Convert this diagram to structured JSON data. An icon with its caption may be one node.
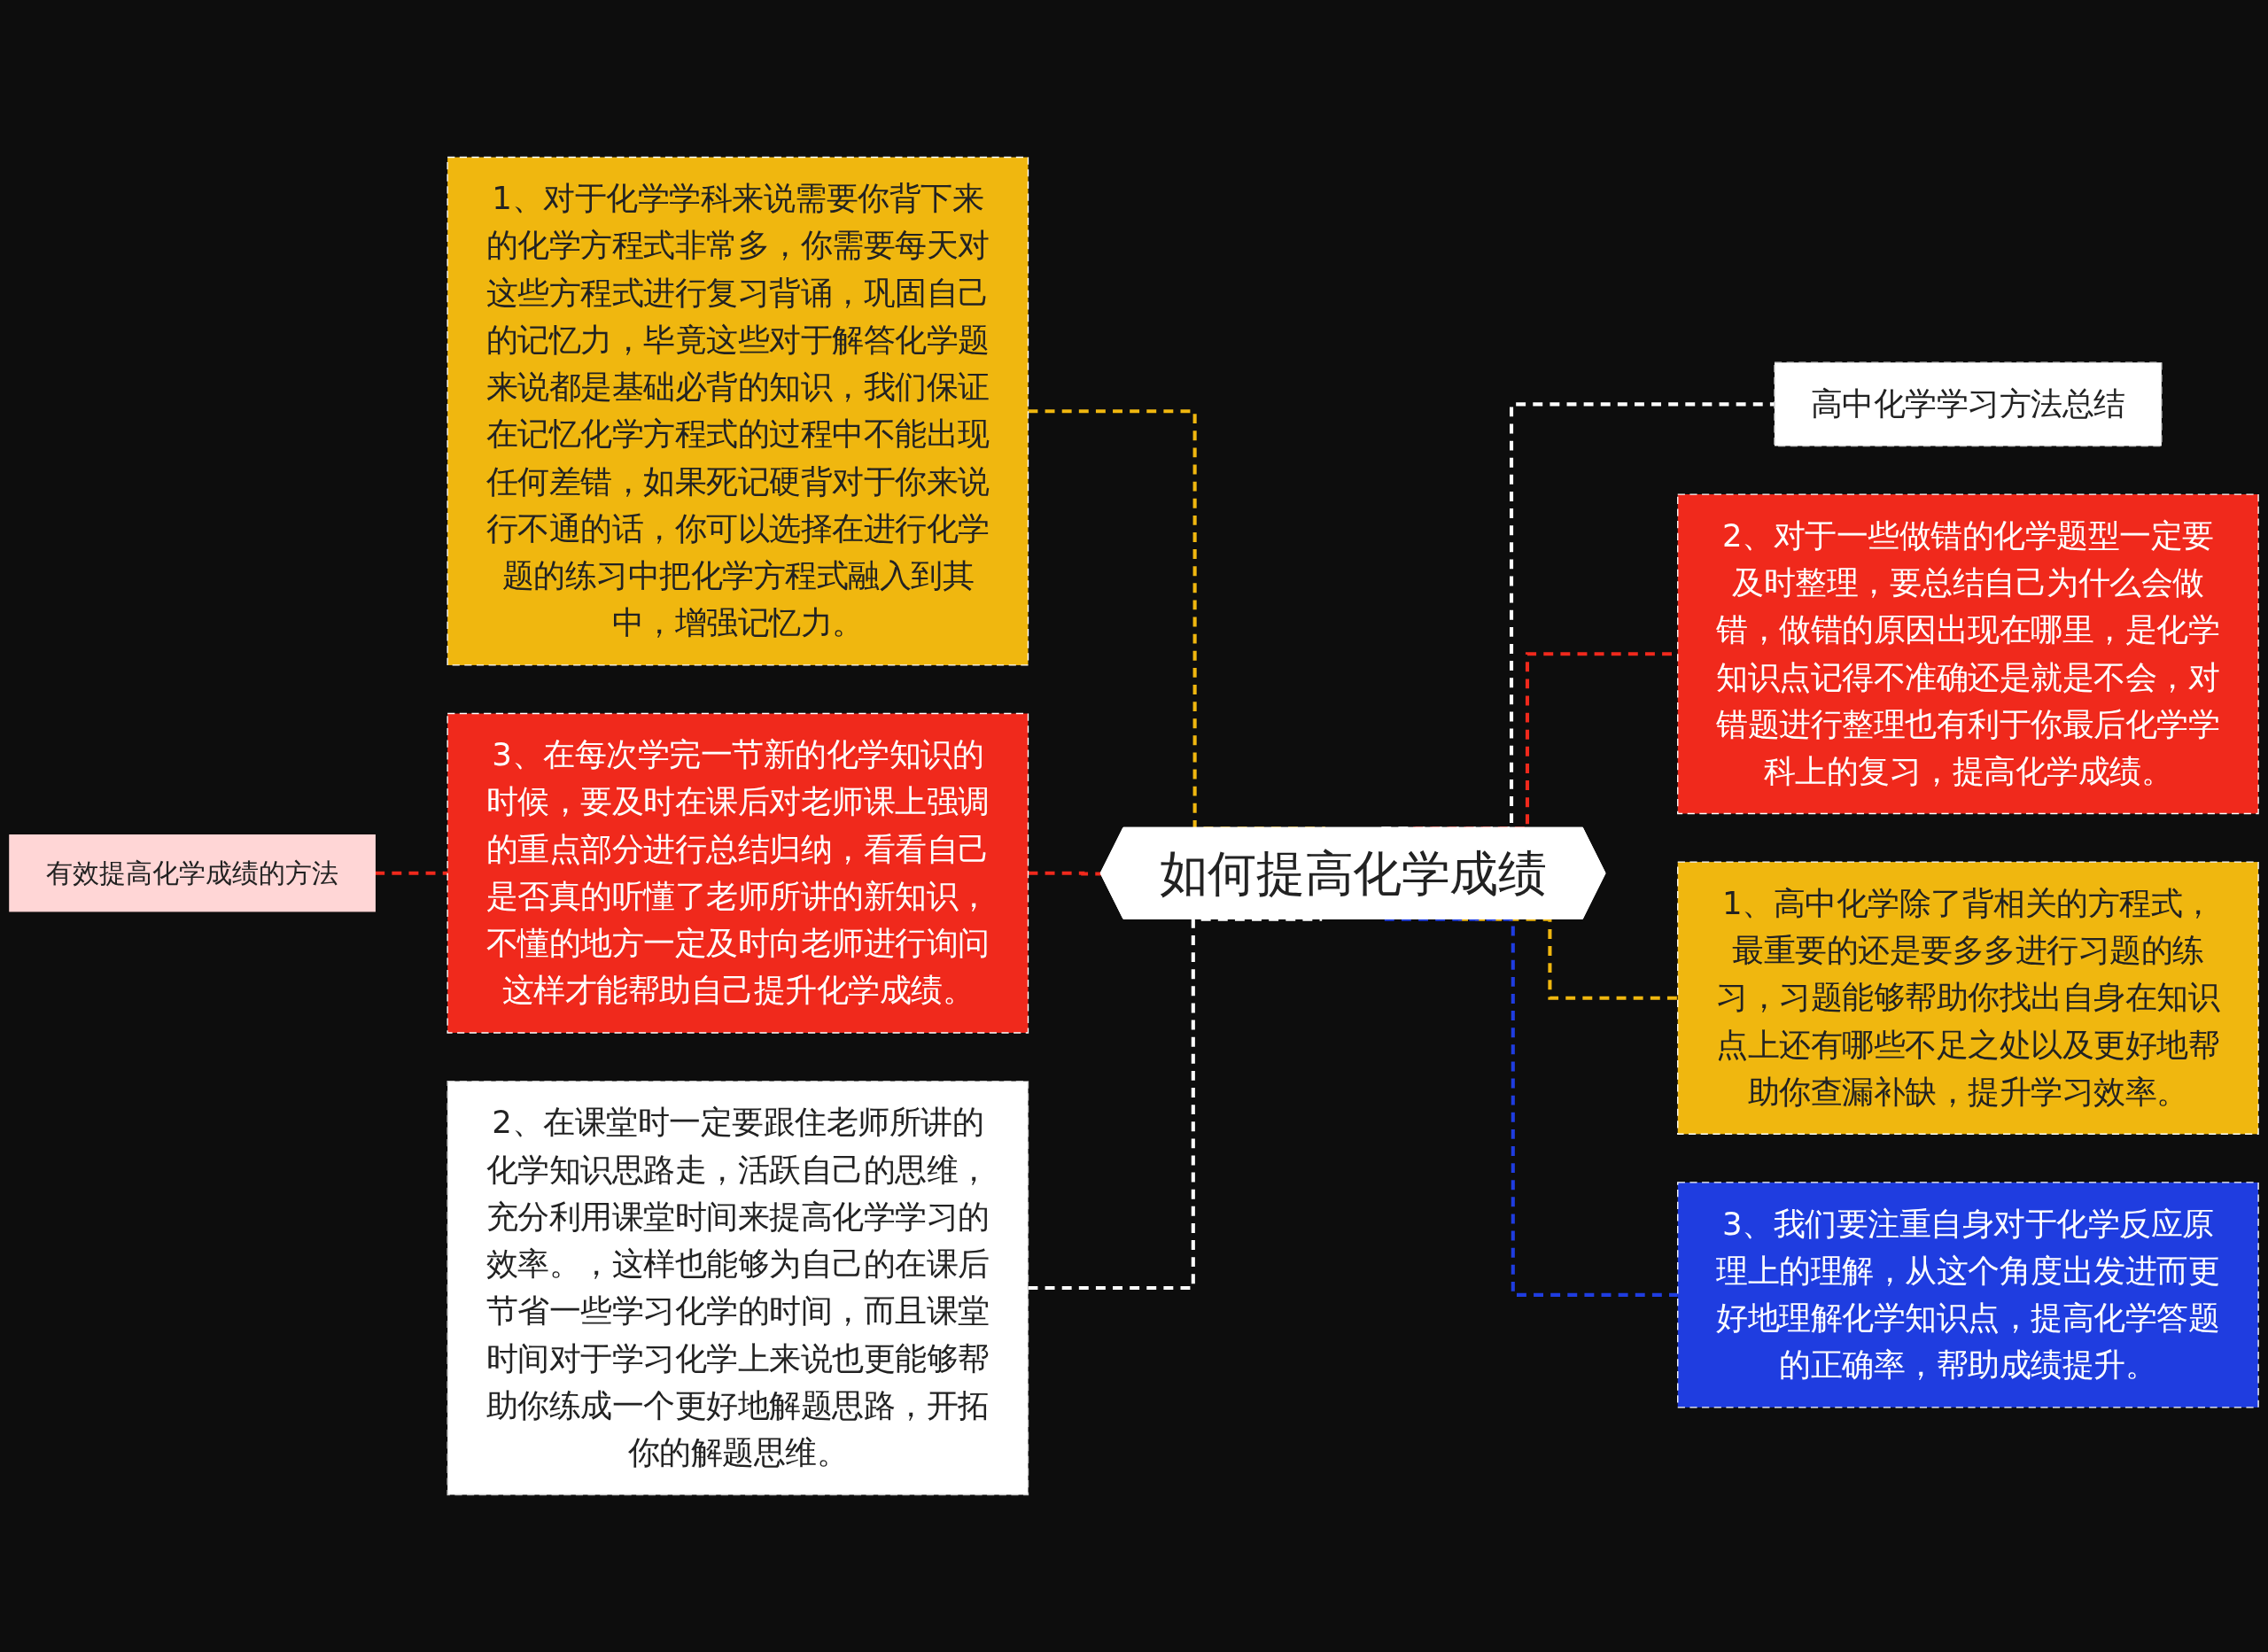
{
  "diagram": {
    "nodes": [
      {
        "text": [
          "如何提高化学成绩"
        ]
      },
      {
        "text": [
          "1、对于化学学科来说需要你背下来的化学方程式非常多，你需要每天对这些方程式进行复习背诵，巩固自己的记忆力，毕竟这些对于解答化学题来说都是基础必背的知识，我们保证在记忆化学方程式的过程中不能出现任何差错，如果死记硬背对于你来说行不通的话，你可以选择在进行化学题的练习中把化学方程式融入到其中，增强记忆力。"
        ]
      },
      {
        "text": [
          "3、在每次学完一节新的化学知识的时候，要及时在课后对老师课上强调的重点部分进行总结归纳，看看自己是否真的听懂了老师所讲的新知识，不懂的地方一定及时向老师进行询问这样才能帮助自己提升化学成绩。"
        ]
      },
      {
        "text": [
          "2、在课堂时一定要跟住老师所讲的化学知识思路走，活跃自己的思维，充分利用课堂时间来提高化学学习的效率。，这样也能够为自己的在课后节省一些学习化学的时间，而且课堂时间对于学习化学上来说也更能够帮助你练成一个更好地解题思路，开拓你的解题思维。"
        ]
      },
      {
        "text": [
          "有效提高化学成绩的方法"
        ]
      },
      {
        "text": [
          "高中化学学习方法总结"
        ]
      },
      {
        "text": [
          "2、对于一些做错的化学题型一定要及时整理，要总结自己为什么会做错，做错的原因出现在哪里，是化学知识点记得不准确还是就是不会，对错题进行整理也有利于你最后化学学科上的复习，提高化学成绩。"
        ]
      },
      {
        "text": [
          "1、高中化学除了背相关的方程式，最重要的还是要多多进行习题的练习，习题能够帮助你找出自身在知识点上还有哪些不足之处以及更好地帮助你查漏补缺，提升学习效率。"
        ]
      },
      {
        "text": [
          "3、我们要注重自身对于化学反应原理上的理解，从这个角度出发进而更好地理解化学知识点，提高化学答题的正确率，帮助成绩提升。"
        ]
      }
    ],
    "edges": [
      {
        "from": 0,
        "to": 1,
        "arrow": "none",
        "style": "dashed",
        "color": "#f0b70f"
      },
      {
        "from": 0,
        "to": 2,
        "arrow": "none",
        "style": "dashed",
        "color": "#f0291c"
      },
      {
        "from": 0,
        "to": 3,
        "arrow": "none",
        "style": "dashed",
        "color": "#ffffff"
      },
      {
        "from": 2,
        "to": 4,
        "arrow": "none",
        "style": "dashed",
        "color": "#f0291c"
      },
      {
        "from": 0,
        "to": 5,
        "arrow": "none",
        "style": "dashed",
        "color": "#ffffff"
      },
      {
        "from": 0,
        "to": 6,
        "arrow": "none",
        "style": "dashed",
        "color": "#f0291c"
      },
      {
        "from": 0,
        "to": 7,
        "arrow": "none",
        "style": "dashed",
        "color": "#f0b70f"
      },
      {
        "from": 0,
        "to": 8,
        "arrow": "none",
        "style": "dashed",
        "color": "#1f3de0"
      }
    ]
  }
}
